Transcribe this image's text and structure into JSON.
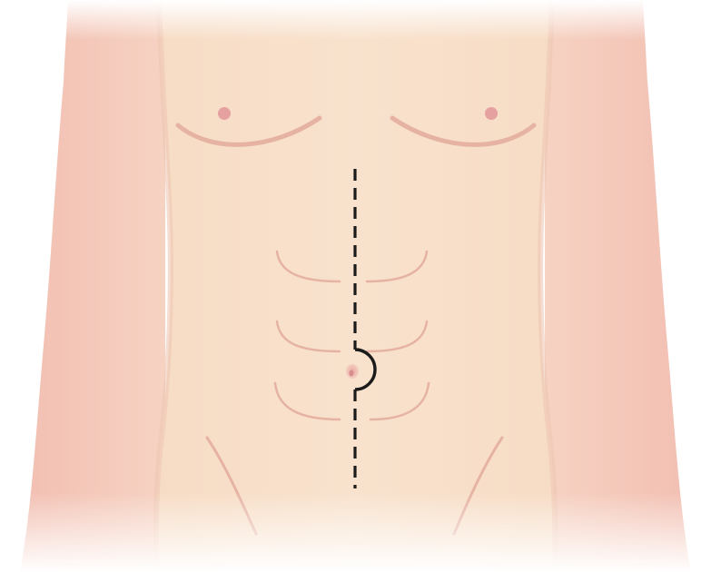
{
  "figure": {
    "subject": "anterior-torso",
    "incision": {
      "style": "dashed-midline",
      "periumbilical": "right-semicircle"
    },
    "colors": {
      "background": "#ffffff",
      "skin": "#f6dfc8",
      "skin_side": "#f4c9b9",
      "skin_contour": "#e6b3a3",
      "nipple": "#e4a1a0",
      "incision_line": "#1b1b1b"
    }
  }
}
